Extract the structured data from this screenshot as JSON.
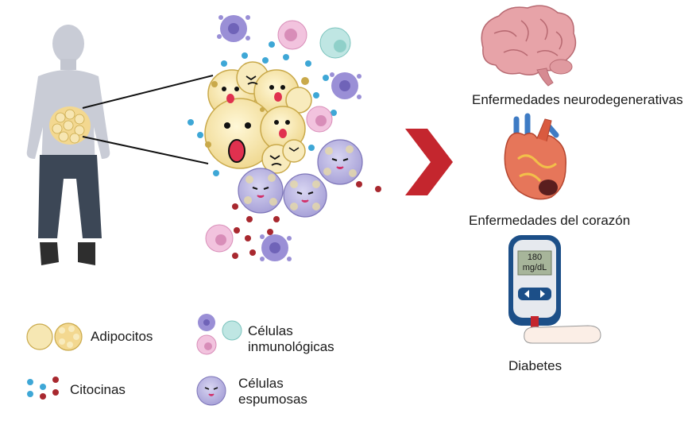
{
  "outcomes": [
    {
      "label": "Enfermedades neurodegenerativas",
      "icon": "brain-icon"
    },
    {
      "label": "Enfermedades del corazón",
      "icon": "heart-icon"
    },
    {
      "label": "Diabetes",
      "icon": "glucometer-icon"
    }
  ],
  "glucometer": {
    "value": "180",
    "unit": "mg/dL"
  },
  "legend": {
    "adipocytes": "Adipocitos",
    "cytokines": "Citocinas",
    "immune_line1": "Células",
    "immune_line2": "inmunológicas",
    "foam_line1": "Células",
    "foam_line2": "espumosas"
  },
  "colors": {
    "adipocyte": "#f6e7b3",
    "adipocyte_outline": "#c9a94a",
    "cytokine_blue": "#3ea7d6",
    "cytokine_red": "#a8282f",
    "immune_purple": "#9a8fd6",
    "immune_pink": "#f2c3de",
    "immune_teal": "#bfe6e3",
    "foam_cell": "#c9c6e8",
    "arrow": "#c4262e",
    "person": "#c9ccd6",
    "pants": "#3c4756"
  }
}
